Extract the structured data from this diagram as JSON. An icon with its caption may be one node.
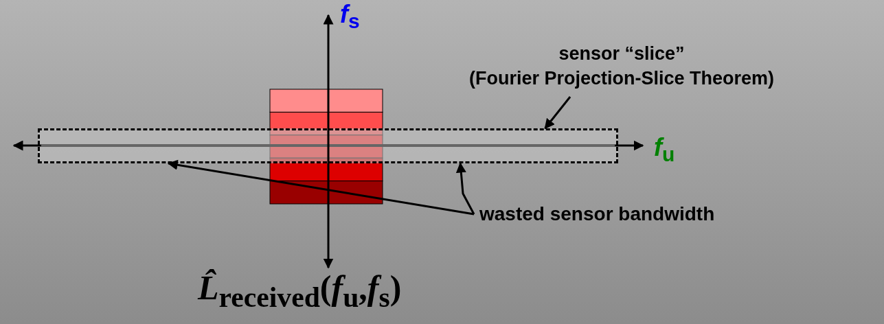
{
  "diagram": {
    "nodes": [
      {
        "text": [],
        "shape": "box"
      },
      {
        "text": [
          "sensor “slice”",
          "(Fourier Projection-Slice Theorem)"
        ]
      },
      {
        "text": [
          "wasted sensor bandwidth"
        ]
      }
    ],
    "edges": [
      {
        "from": 1,
        "to": 0,
        "arrow": "to"
      },
      {
        "from": 2,
        "to": 0,
        "arrow": "to"
      },
      {
        "from": 2,
        "to": 0,
        "arrow": "to"
      }
    ],
    "labels": [
      "*f*$_{s}$",
      "*f*$_{u}$",
      "*L̂*$_{received}$(*f*$_{u}$,*f*$_{s}$)"
    ]
  }
}
